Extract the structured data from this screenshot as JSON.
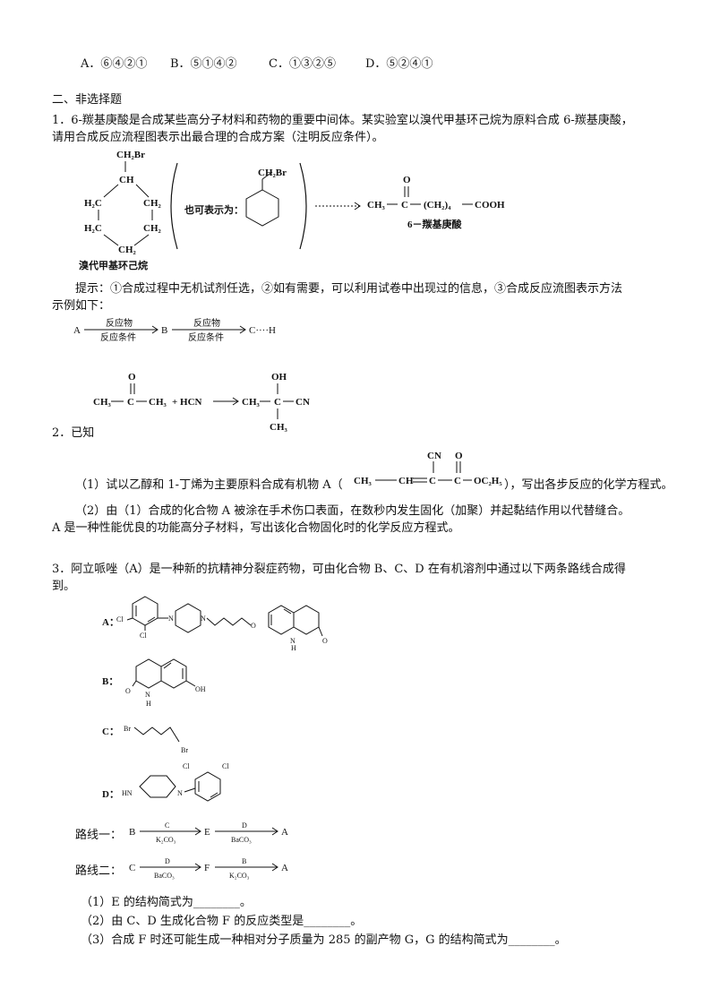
{
  "choices": [
    "A．⑥④②①",
    "B．⑤①④②",
    "C．①③②⑤",
    "D．⑤②④①"
  ],
  "section_title": "二、非选择题",
  "q1": {
    "line1": "1．6-羰基庚酸是合成某些高分子材料和药物的重要中间体。某实验室以溴代甲基环己烷为原料合成 6-羰基庚酸，",
    "line2": "请用合成反应流程图表示出最合理的合成方案（注明反应条件）。",
    "ring_labels": [
      "CH₂Br",
      "CH",
      "H₂C",
      "CH₂",
      "H₂C",
      "CH₂",
      "CH₂"
    ],
    "start_caption": "溴代甲基环己烷",
    "alt_text": "也可表示为：",
    "alt_sub": "CH₂Br",
    "product_formula": [
      "O",
      "CH₃",
      "C",
      "(CH₂)₄",
      "COOH"
    ],
    "product_caption": "6－羰基庚酸",
    "hint_line1": "提示：①合成过程中无机试剂任选，②如有需要，可以利用试卷中出现过的信息，③合成反应流图表示方法",
    "hint_line2": "示例如下：",
    "flow": {
      "letters": [
        "A",
        "B",
        "C····H"
      ],
      "over": "反应物",
      "under": "反应条件"
    }
  },
  "eq": {
    "labels": [
      "O",
      "CH₃",
      "C",
      "CH₃",
      "+ HCN",
      "OH",
      "CH₃",
      "C",
      "CN",
      "CH₃"
    ]
  },
  "q2": {
    "title": "2．已知",
    "p1_pre": "（1）试以乙醇和 1-丁烯为主要原料合成有机物 A（",
    "p1_post": "），写出各步反应的化学方程式。",
    "p1_formula": [
      "CN",
      "O",
      "CH₃",
      "CH",
      "C",
      "C",
      "OC₂H₅"
    ],
    "p2_line1": "（2）由（1）合成的化合物 A 被涂在手术伤口表面，在数秒内发生固化（加聚）并起黏结作用以代替缝合。",
    "p2_line2": "A 是一种性能优良的功能高分子材料，写出该化合物固化时的化学反应方程式。"
  },
  "q3": {
    "line1": "3．阿立哌唑（A）是一种新的抗精神分裂症药物，可由化合物 B、C、D 在有机溶剂中通过以下两条路线合成得",
    "line2": "到。",
    "labels": [
      "A：",
      "B：",
      "C：",
      "D："
    ],
    "atoms": {
      "a": [
        "Cl",
        "Cl",
        "N",
        "N",
        "O",
        "N",
        "H",
        "O"
      ],
      "b": [
        "O",
        "N",
        "H",
        "OH"
      ],
      "c": [
        "Br",
        "Br"
      ],
      "d": [
        "Cl",
        "Cl",
        "HN",
        "N"
      ]
    },
    "route1_label": "路线一：",
    "route1": {
      "nodes": [
        "B",
        "E",
        "A"
      ],
      "over": [
        "C",
        "D"
      ],
      "under": [
        "K₂CO₃",
        "BaCO₃"
      ]
    },
    "route2_label": "路线二：",
    "route2": {
      "nodes": [
        "C",
        "F",
        "A"
      ],
      "over": [
        "D",
        "B"
      ],
      "under": [
        "BaCO₃",
        "K₂CO₃"
      ]
    },
    "sub1": "（1）E 的结构简式为________。",
    "sub2": "（2）由 C、D 生成化合物 F 的反应类型是________。",
    "sub3": "（3）合成 F 时还可能生成一种相对分子质量为 285 的副产物 G，G 的结构简式为________。"
  }
}
